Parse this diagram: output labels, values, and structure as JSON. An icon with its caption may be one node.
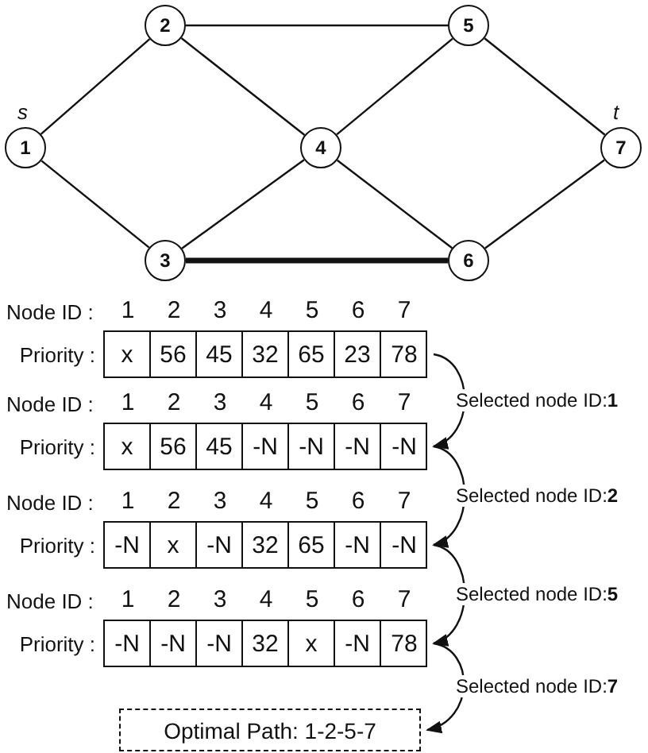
{
  "diagram": {
    "nodes": [
      {
        "text": [
          "1"
        ],
        "beside": [
          "s"
        ]
      },
      {
        "text": [
          "2"
        ]
      },
      {
        "text": [
          "3"
        ]
      },
      {
        "text": [
          "4"
        ]
      },
      {
        "text": [
          "5"
        ]
      },
      {
        "text": [
          "6"
        ]
      },
      {
        "text": [
          "7"
        ],
        "beside": [
          "t"
        ]
      },
      {
        "text": [],
        "shape": "box"
      },
      {
        "text": [
          "x"
        ],
        "in": 7
      },
      {
        "text": [
          "56"
        ],
        "in": 7
      },
      {
        "text": [
          "45"
        ],
        "in": 7
      },
      {
        "text": [
          "32"
        ],
        "in": 7
      },
      {
        "text": [
          "65"
        ],
        "in": 7
      },
      {
        "text": [
          "23"
        ],
        "in": 7
      },
      {
        "text": [
          "78"
        ],
        "in": 7
      },
      {
        "text": [],
        "shape": "box"
      },
      {
        "text": [
          "x"
        ],
        "in": 15
      },
      {
        "text": [
          "56"
        ],
        "in": 15
      },
      {
        "text": [
          "45"
        ],
        "in": 15
      },
      {
        "text": [
          "-N"
        ],
        "in": 15
      },
      {
        "text": [
          "-N"
        ],
        "in": 15
      },
      {
        "text": [
          "-N"
        ],
        "in": 15
      },
      {
        "text": [
          "-N"
        ],
        "in": 15
      },
      {
        "text": [],
        "shape": "box"
      },
      {
        "text": [
          "-N"
        ],
        "in": 23
      },
      {
        "text": [
          "x"
        ],
        "in": 23
      },
      {
        "text": [
          "-N"
        ],
        "in": 23
      },
      {
        "text": [
          "32"
        ],
        "in": 23
      },
      {
        "text": [
          "65"
        ],
        "in": 23
      },
      {
        "text": [
          "-N"
        ],
        "in": 23
      },
      {
        "text": [
          "-N"
        ],
        "in": 23
      },
      {
        "text": [],
        "shape": "box"
      },
      {
        "text": [
          "-N"
        ],
        "in": 31
      },
      {
        "text": [
          "-N"
        ],
        "in": 31
      },
      {
        "text": [
          "-N"
        ],
        "in": 31
      },
      {
        "text": [
          "32"
        ],
        "in": 31
      },
      {
        "text": [
          "x"
        ],
        "in": 31
      },
      {
        "text": [
          "-N"
        ],
        "in": 31
      },
      {
        "text": [
          "78"
        ],
        "in": 31
      },
      {
        "text": [
          "Optimal Path: 1-2-5-7"
        ]
      }
    ],
    "edges": [
      {
        "from": 0,
        "to": 1,
        "arrow": "none"
      },
      {
        "from": 0,
        "to": 2,
        "arrow": "none"
      },
      {
        "from": 1,
        "to": 4,
        "arrow": "none"
      },
      {
        "from": 1,
        "to": 3,
        "arrow": "none"
      },
      {
        "from": 2,
        "to": 3,
        "arrow": "none"
      },
      {
        "from": 2,
        "to": 5,
        "arrow": "none",
        "style": "thick"
      },
      {
        "from": 3,
        "to": 4,
        "arrow": "none"
      },
      {
        "from": 3,
        "to": 5,
        "arrow": "none"
      },
      {
        "from": 4,
        "to": 6,
        "arrow": "none"
      },
      {
        "from": 5,
        "to": 6,
        "arrow": "none"
      },
      {
        "from": 7,
        "to": 15,
        "arrow": "to",
        "label": "Selected node ID:**1**"
      },
      {
        "from": 15,
        "to": 23,
        "arrow": "to",
        "label": "Selected node ID:**2**"
      },
      {
        "from": 23,
        "to": 31,
        "arrow": "to",
        "label": "Selected node ID:**5**"
      },
      {
        "from": 31,
        "to": 39,
        "arrow": "to",
        "label": "Selected node ID:**7**"
      }
    ],
    "labels": [
      "Node ID :",
      "1",
      "2",
      "3",
      "4",
      "5",
      "6",
      "7",
      "Priority :",
      "Node ID :",
      "1",
      "2",
      "3",
      "4",
      "5",
      "6",
      "7",
      "Priority :",
      "Node ID :",
      "1",
      "2",
      "3",
      "4",
      "5",
      "6",
      "7",
      "Priority :",
      "Node ID :",
      "1",
      "2",
      "3",
      "4",
      "5",
      "6",
      "7",
      "Priority :"
    ]
  }
}
